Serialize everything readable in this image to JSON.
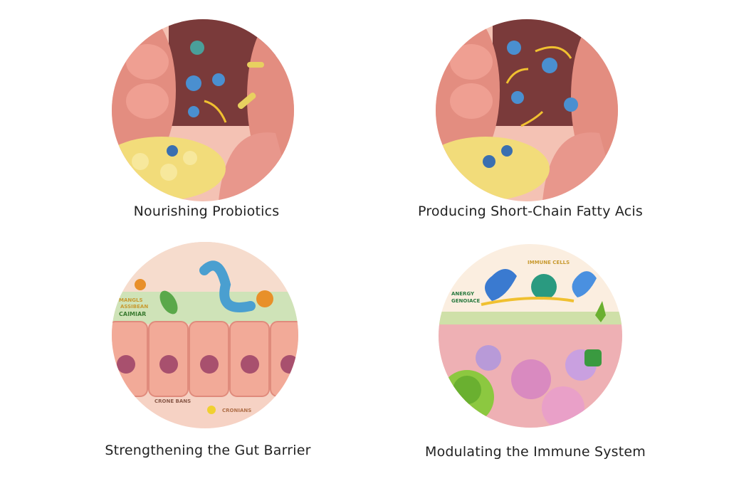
{
  "panels": [
    {
      "caption": "Nourishing Probiotics",
      "labels": []
    },
    {
      "caption": "Producing Short-Chain Fatty Acis",
      "labels": []
    },
    {
      "caption": "Strengthening the Gut Barrier",
      "labels": [
        "MANGLS",
        "ASSIBEAN",
        "CAIMIAR",
        "CRONE BANS",
        "CRONIANS"
      ]
    },
    {
      "caption": "Modulating the Immune System",
      "labels": [
        "IMMUNE CELLS",
        "ANERGY",
        "GENOIACE"
      ]
    }
  ],
  "colors": {
    "gut_wall": "#e8978c",
    "lumen": "#7a3a3a",
    "fat": "#f2dc7a",
    "cell": "#f2aa98",
    "nucleus": "#a8506e",
    "microbe_blue": "#4a8fd0",
    "microbe_green": "#5aa84a"
  }
}
